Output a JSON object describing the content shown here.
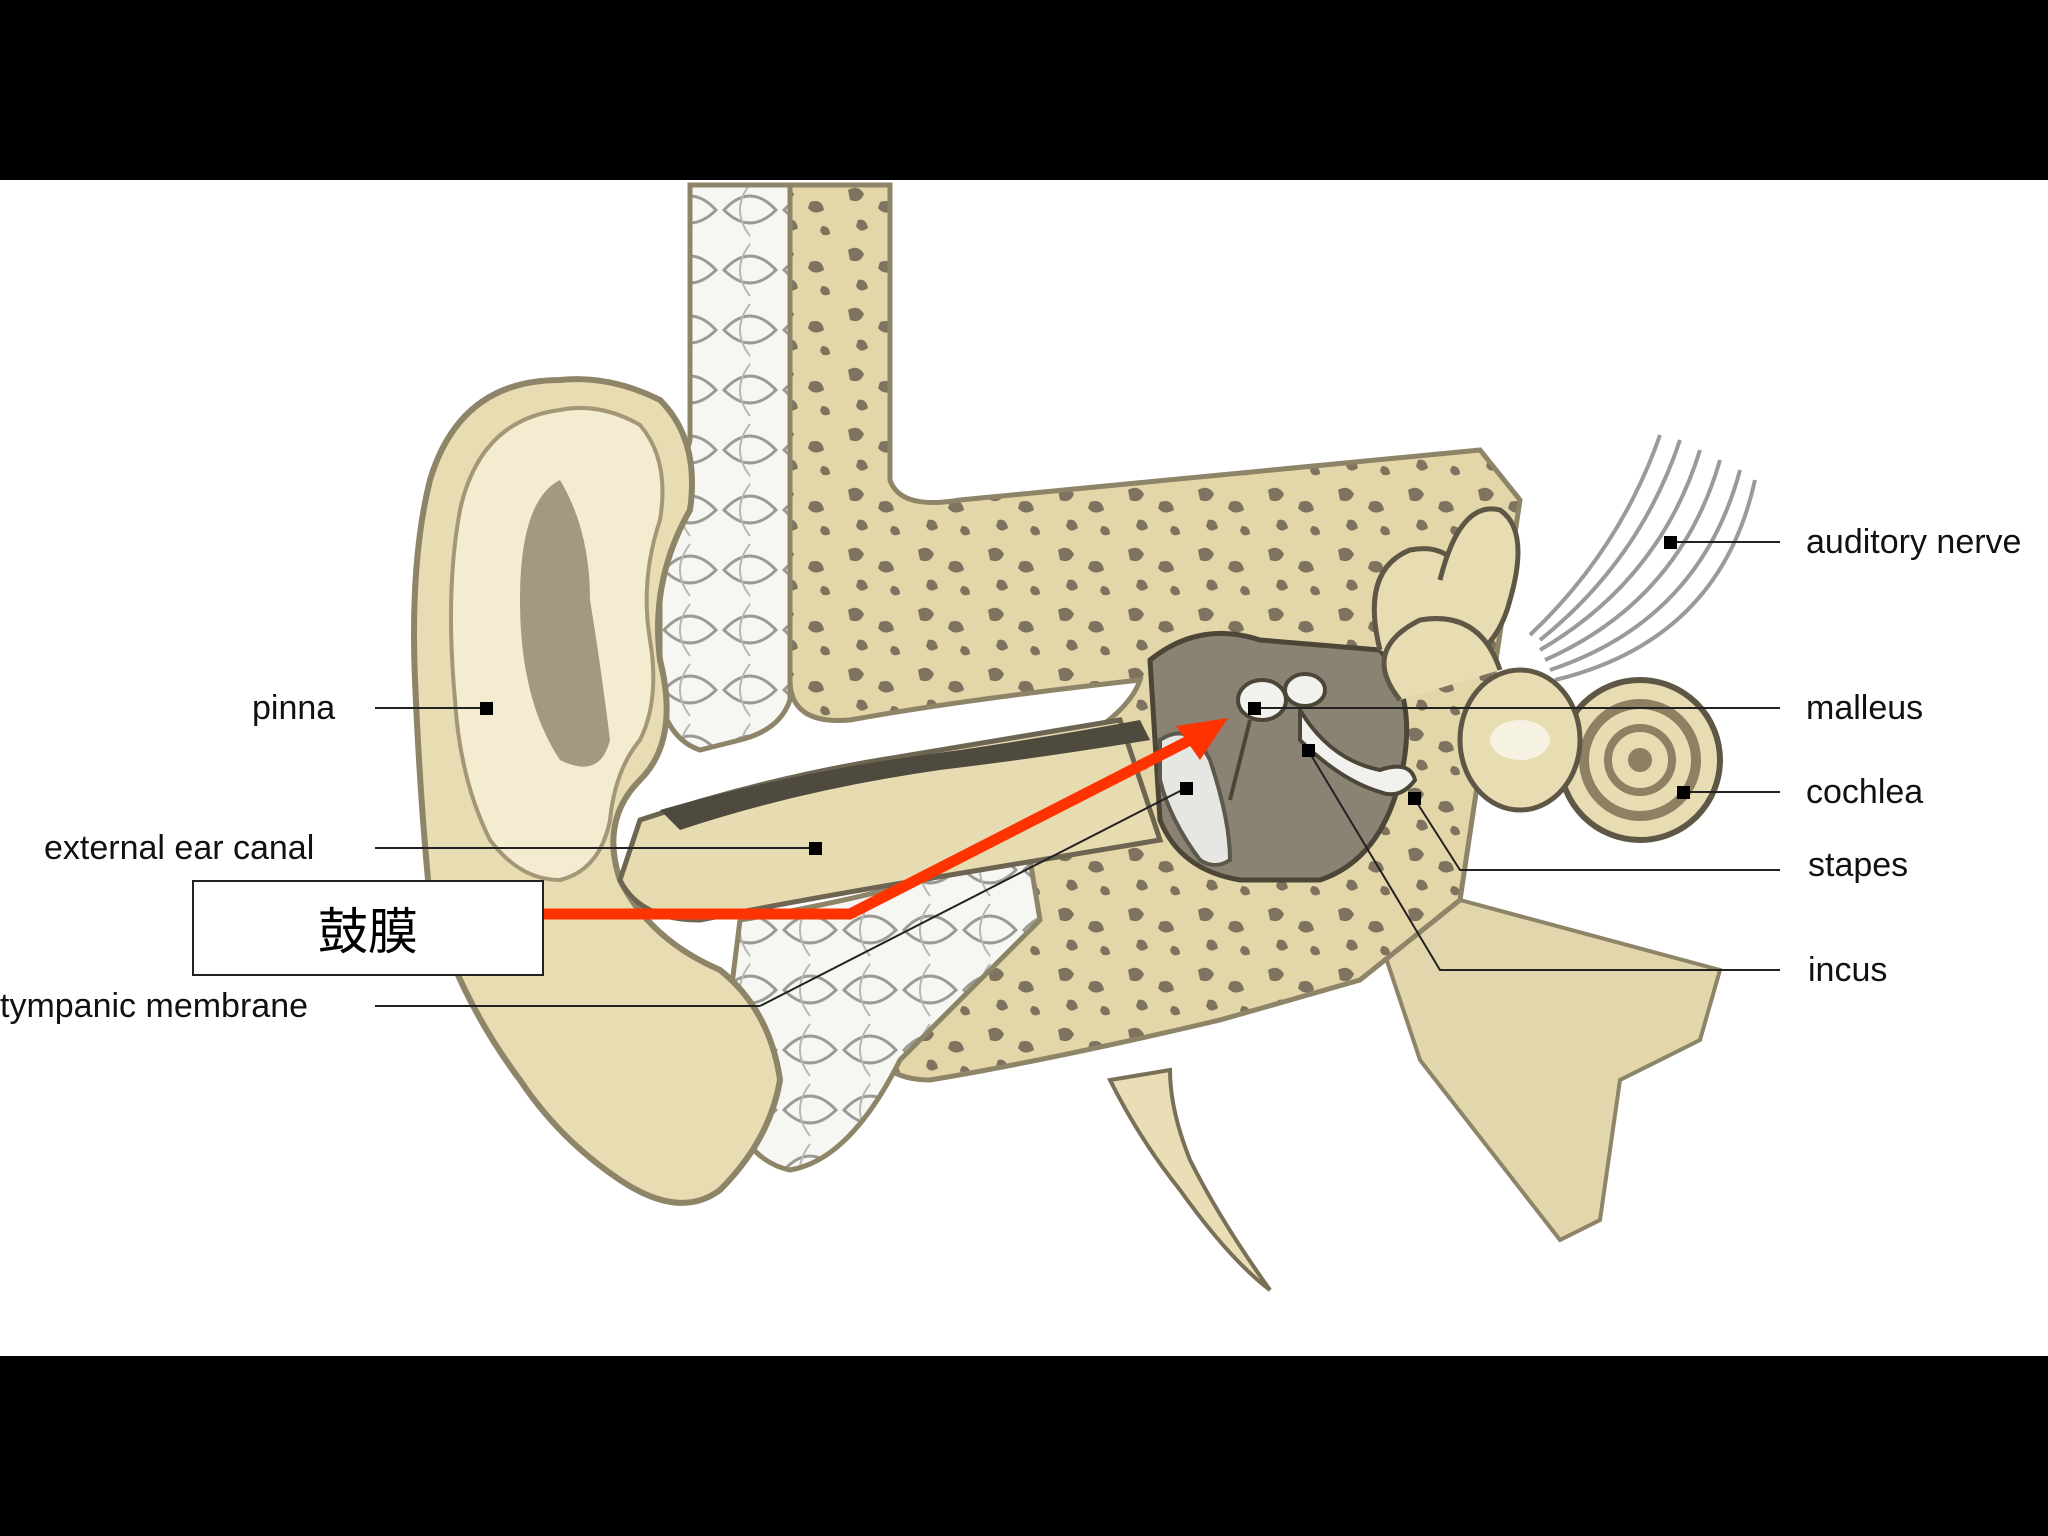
{
  "labels": {
    "pinna": "pinna",
    "external_ear_canal": "external ear canal",
    "tympanic_membrane": "tympanic membrane",
    "auditory_nerve": "auditory nerve",
    "malleus": "malleus",
    "cochlea": "cochlea",
    "stapes": "stapes",
    "incus": "incus"
  },
  "callout": {
    "text": "鼓膜"
  },
  "colors": {
    "bone": "#e8dcb2",
    "bone_light": "#f3ecd0",
    "bone_shadow": "#b7a882",
    "cavity_dark": "#5c5648",
    "cavity_mid": "#8c8474",
    "marrow": "#f4f4f1",
    "arrow": "#ff3300"
  }
}
